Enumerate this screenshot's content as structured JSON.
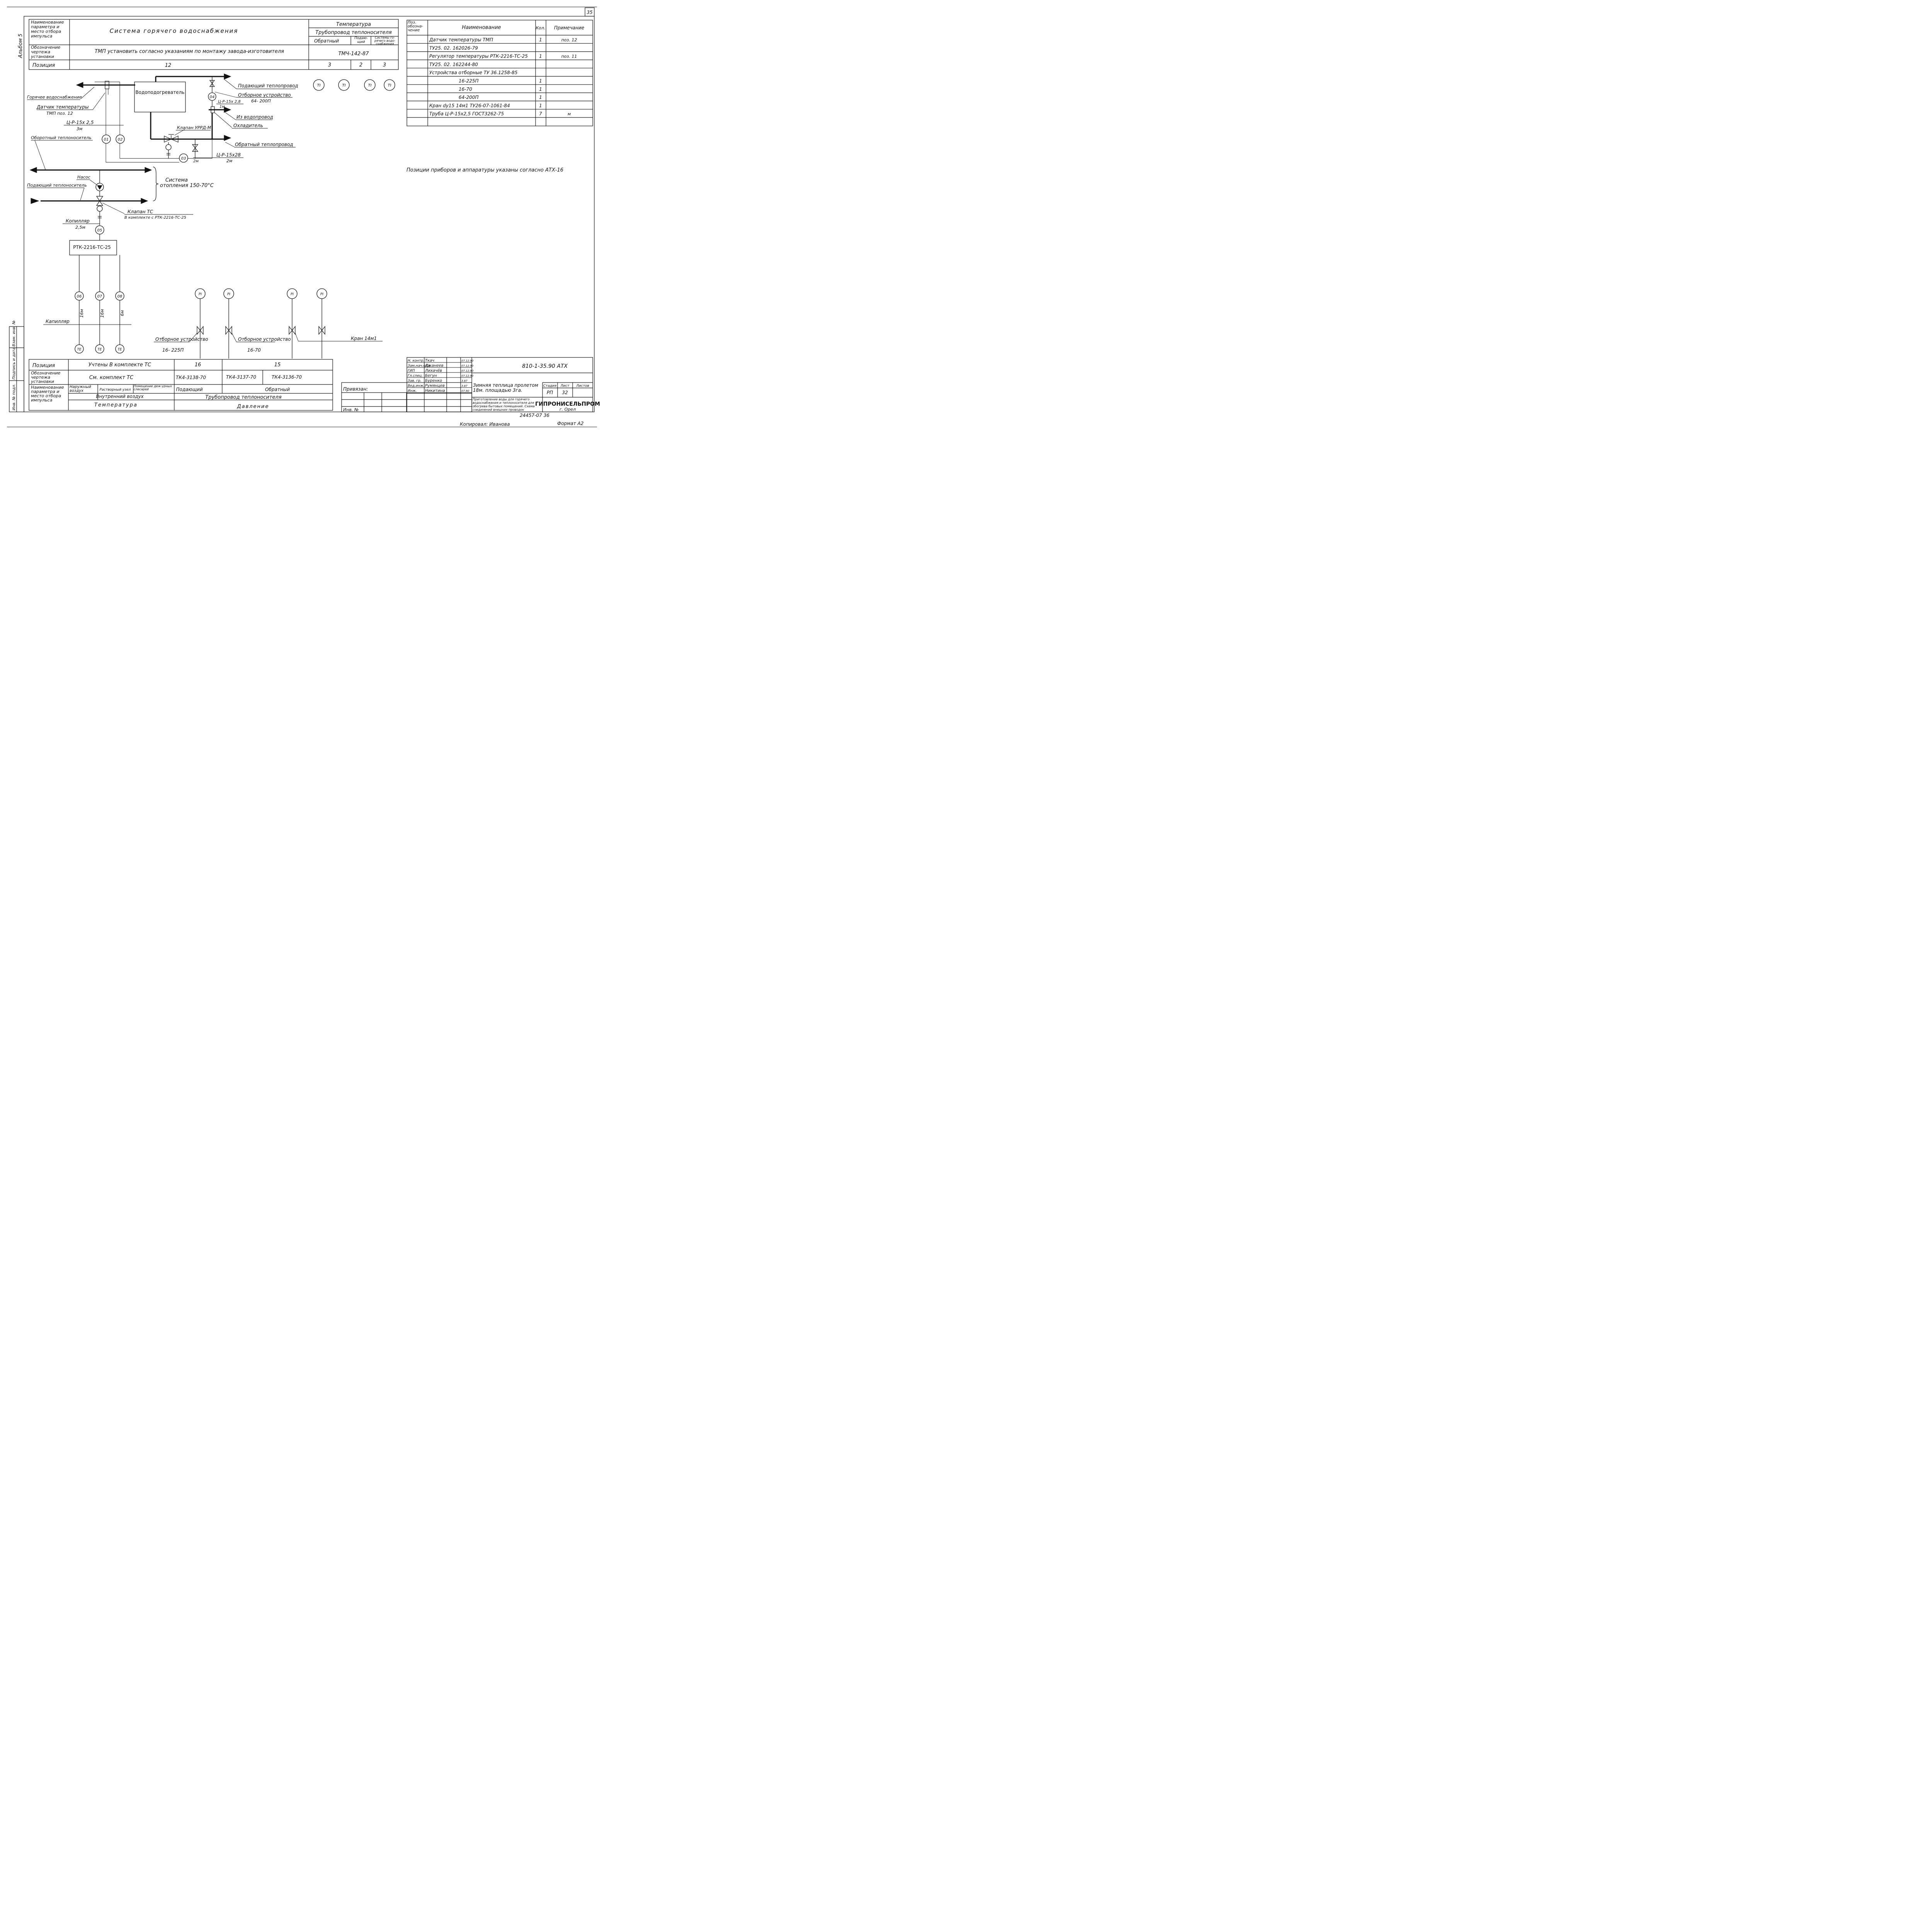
{
  "sheet": {
    "page_number": "35",
    "album": "Альбом 5",
    "copied_by": "Копировал: Иванова",
    "format": "Формат А2",
    "archive_number": "24457-07  36",
    "side_stamp": [
      "Инв. № подл.",
      "Подпись и дата",
      "Взам. инв. №"
    ]
  },
  "top_table": {
    "row_param_label": "Наименование параметра и место отбора импульса",
    "system": "Система  горячего  водоснабжения",
    "temperature": "Температура",
    "pipeline": "Трубопровод  теплоносителя",
    "return": "Обратный",
    "supply": "Подаю-щий",
    "hw_system": "Системы го-рячего водо-снабжения",
    "row_designation_label": "Обозначение чертежа установки",
    "designation_text": "ТМП  установить согласно указаниям по монтажу завода-изготовителя",
    "designation_code": "ТМЧ-142-87",
    "row_position_label": "Позиция",
    "positions": [
      "12",
      "3",
      "2",
      "3"
    ]
  },
  "spec_table": {
    "headers": [
      "Поз. обозна-чение",
      "Наименование",
      "Кол.",
      "Примечание"
    ],
    "rows": [
      {
        "name": "Датчик температуры ТМП",
        "qty": "1",
        "note": "поз. 12"
      },
      {
        "name": "ТУ25. 02. 162026-79",
        "qty": "",
        "note": ""
      },
      {
        "name": "Регулятор температуры РТК-2216-ТС-25",
        "qty": "1",
        "note": "поз. 11"
      },
      {
        "name": "ТУ25. 02. 162244-80",
        "qty": "",
        "note": ""
      },
      {
        "name": "Устройства отборные  ТУ 36.1258-85",
        "qty": "",
        "note": ""
      },
      {
        "name": "16-225П",
        "qty": "1",
        "note": ""
      },
      {
        "name": "16-70",
        "qty": "1",
        "note": ""
      },
      {
        "name": "64-200П",
        "qty": "1",
        "note": ""
      },
      {
        "name": "Кран  dy15  14м1  ТУ26-07-1061-84",
        "qty": "1",
        "note": ""
      },
      {
        "name": "Труба  Ц-Р-15х2,5  ГОСТ3262-75",
        "qty": "7",
        "note": "м"
      },
      {
        "name": "",
        "qty": "",
        "note": ""
      }
    ]
  },
  "note_positions": "Позиции приборов и аппаратуры указаны согласно АТХ-16",
  "instruments": [
    "TI",
    "TI",
    "TI",
    "TI",
    "PI",
    "PI",
    "PI",
    "PI",
    "TE",
    "TE",
    "TE"
  ],
  "diagram": {
    "hot_water": "Горячее водоснабжение",
    "temp_sensor": "Датчик температуры",
    "temp_sensor_pos": "ТМП поз. 12",
    "heater": "Водоподогреватель",
    "supply_pipe": "Подающий теплопровод",
    "sampling_device": "Отборное устройство",
    "sampling_device_code": "64- 200П",
    "pipe_04": "Ц-Р-15х 2,8",
    "pipe_04_len": "1м",
    "water_main": "Из водопровод",
    "cooler": "Охладитель",
    "valve_urrd": "Клапан УРРД-М",
    "return_pipe": "Обратный теплопровод",
    "pipe_3m": "Ц-Р-15х 2,5",
    "pipe_3m_len": "3м",
    "return_carrier": "Оборотный теплоноситель",
    "pipe_2m": "Ц-Р-15х28",
    "pipe_2m_len": "2м",
    "pipe_2m_len_b": "2м",
    "pump": "Насос",
    "supply_carrier": "Подающий теплоноситель",
    "heating_system": "Система",
    "heating_system_temp": "отопления  150-70°С",
    "valve_tc": "Клапан  ТС",
    "valve_tc_note": "В комплекте с РТК-2216-ТС-25",
    "capillary": "Копилляр",
    "capillary_len": "2,5м",
    "regulator": "РТК-2216-ТС-25",
    "capillary2": "Капилляр",
    "len_06": "16м",
    "len_07": "16м",
    "len_08": "6м",
    "sampling_16_225": "Отборное устройство",
    "sampling_16_225_code": "16- 225П",
    "sampling_16_70": "Отборное устройство",
    "sampling_16_70_code": "16-70",
    "crane": "Кран 14м1",
    "tags": [
      "01",
      "02",
      "03",
      "04",
      "05",
      "06",
      "07",
      "08"
    ]
  },
  "bottom_table": {
    "row_position_label": "Позиция",
    "accounted": "Учтены  В комплекте  ТС",
    "pos_16": "16",
    "pos_15": "15",
    "row_designation_label": "Обозначение чертежа установки",
    "see_kit": "См.  комплект  ТС",
    "tk1": "ТК4-3138-70",
    "tk2": "ТК4-3137-70",
    "tk3": "ТК4-3136-70",
    "row_param_label": "Наименование параметра и место отбора импульса",
    "outdoor_air": "Наружный воздух",
    "mortar_unit": "Растворный узел",
    "locksmith": "Помещение деж-урных слесарей",
    "indoor_air": "Внутренний  воздух",
    "supply": "Подающий",
    "return": "Обратный",
    "pipeline": "Трубопровод    теплоносителя",
    "temperature": "Температура",
    "pressure": "Давление"
  },
  "title_block": {
    "bound": "Привязан:",
    "inv": "Инв. №",
    "roles": [
      "Н. контр.",
      "Зам.нач.отд.",
      "ГИП",
      "Гл.спец.",
      "Зав. гр.",
      "Вед.инж.",
      "Инж."
    ],
    "names": [
      "Ткач",
      "Джанеев",
      "Лихачёв",
      "Бегун",
      "Буренко",
      "Румянцев",
      "Никитина"
    ],
    "dates": [
      "07.12.90",
      "07.12.90",
      "07.12.90",
      "07.12.90",
      "3.87",
      "3.87",
      "07.90"
    ],
    "code": "810-1-35.90     АТХ",
    "project": "Зимняя теплица пролетом 18м. площадью 3га.",
    "stage_label": "Стадия",
    "sheet_label": "Лист",
    "sheets_label": "Листов",
    "stage": "РП",
    "sheet": "32",
    "sheets": "",
    "description": "Приготовление воды для горячего водоснабжения и теплоносителя для обогрева бытовых помещений. Схема соединений внешних проводок",
    "company": "ГИПРОНИСЕЛЬПРОМ",
    "city": "г. Орел"
  }
}
